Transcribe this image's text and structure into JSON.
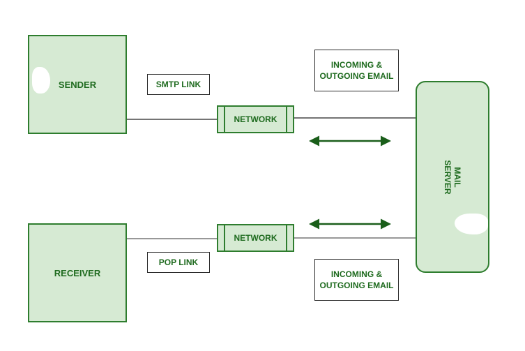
{
  "diagram": {
    "sender": "SENDER",
    "receiver": "RECEIVER",
    "smtp_link": "SMTP LINK",
    "pop_link": "POP LINK",
    "network_top": "NETWORK",
    "network_bottom": "NETWORK",
    "email_top_line1": "INCOMING &",
    "email_top_line2": "OUTGOING EMAIL",
    "email_bottom_line1": "INCOMING &",
    "email_bottom_line2": "OUTGOING EMAIL",
    "mail_server_line1": "MAIL",
    "mail_server_line2": "SERVER"
  },
  "colors": {
    "node_fill": "#d6ead3",
    "node_border": "#2e7d2e",
    "text": "#1f6b1f",
    "arrow": "#1a5e1a"
  }
}
